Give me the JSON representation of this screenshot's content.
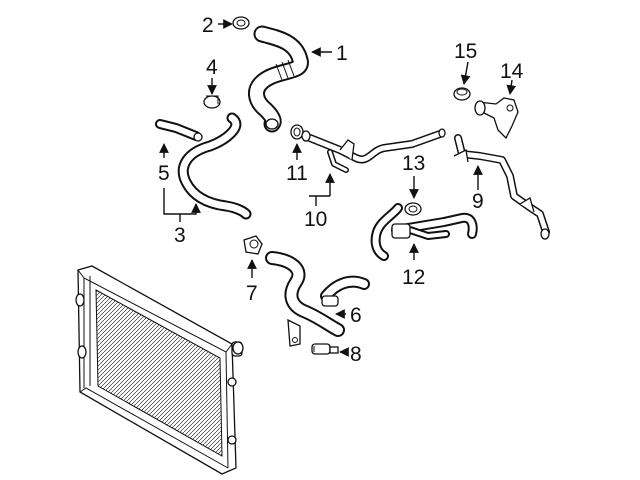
{
  "diagram": {
    "type": "exploded-parts-diagram",
    "subject": "engine cooling system hoses, pipes and radiator",
    "callouts": [
      {
        "id": "c1",
        "label": "1"
      },
      {
        "id": "c2",
        "label": "2"
      },
      {
        "id": "c3",
        "label": "3"
      },
      {
        "id": "c4",
        "label": "4"
      },
      {
        "id": "c5",
        "label": "5"
      },
      {
        "id": "c6",
        "label": "6"
      },
      {
        "id": "c7",
        "label": "7"
      },
      {
        "id": "c8",
        "label": "8"
      },
      {
        "id": "c9",
        "label": "9"
      },
      {
        "id": "c10",
        "label": "10"
      },
      {
        "id": "c11",
        "label": "11"
      },
      {
        "id": "c12",
        "label": "12"
      },
      {
        "id": "c13",
        "label": "13"
      },
      {
        "id": "c14",
        "label": "14"
      },
      {
        "id": "c15",
        "label": "15"
      }
    ],
    "colors": {
      "line": "#111111",
      "fill": "#ffffff"
    }
  }
}
